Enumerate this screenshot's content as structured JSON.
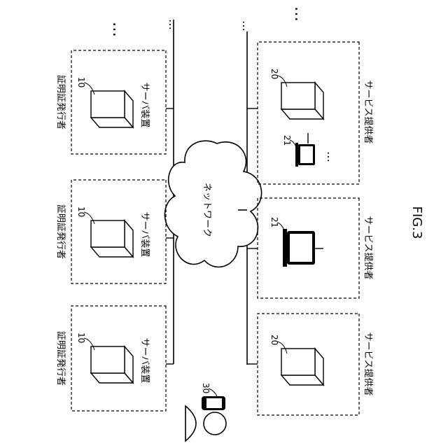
{
  "figure": {
    "caption": "FIG.3",
    "network_label": "ネットワーク",
    "ellipsis": "…",
    "issuers": [
      {
        "title": "証明証発行者",
        "server_label": "サーバ装置",
        "ref": "10"
      },
      {
        "title": "証明証発行者",
        "server_label": "サーバ装置",
        "ref": "10"
      },
      {
        "title": "証明証発行者",
        "server_label": "サーバ装置",
        "ref": "10"
      }
    ],
    "providers": [
      {
        "title": "サービス提供者",
        "server_ref": "20",
        "terminal_ref": "21"
      },
      {
        "title": "サービス提供者",
        "terminal_ref": "21"
      },
      {
        "title": "サービス提供者",
        "server_ref": "20"
      }
    ],
    "user": {
      "ref": "30"
    }
  }
}
